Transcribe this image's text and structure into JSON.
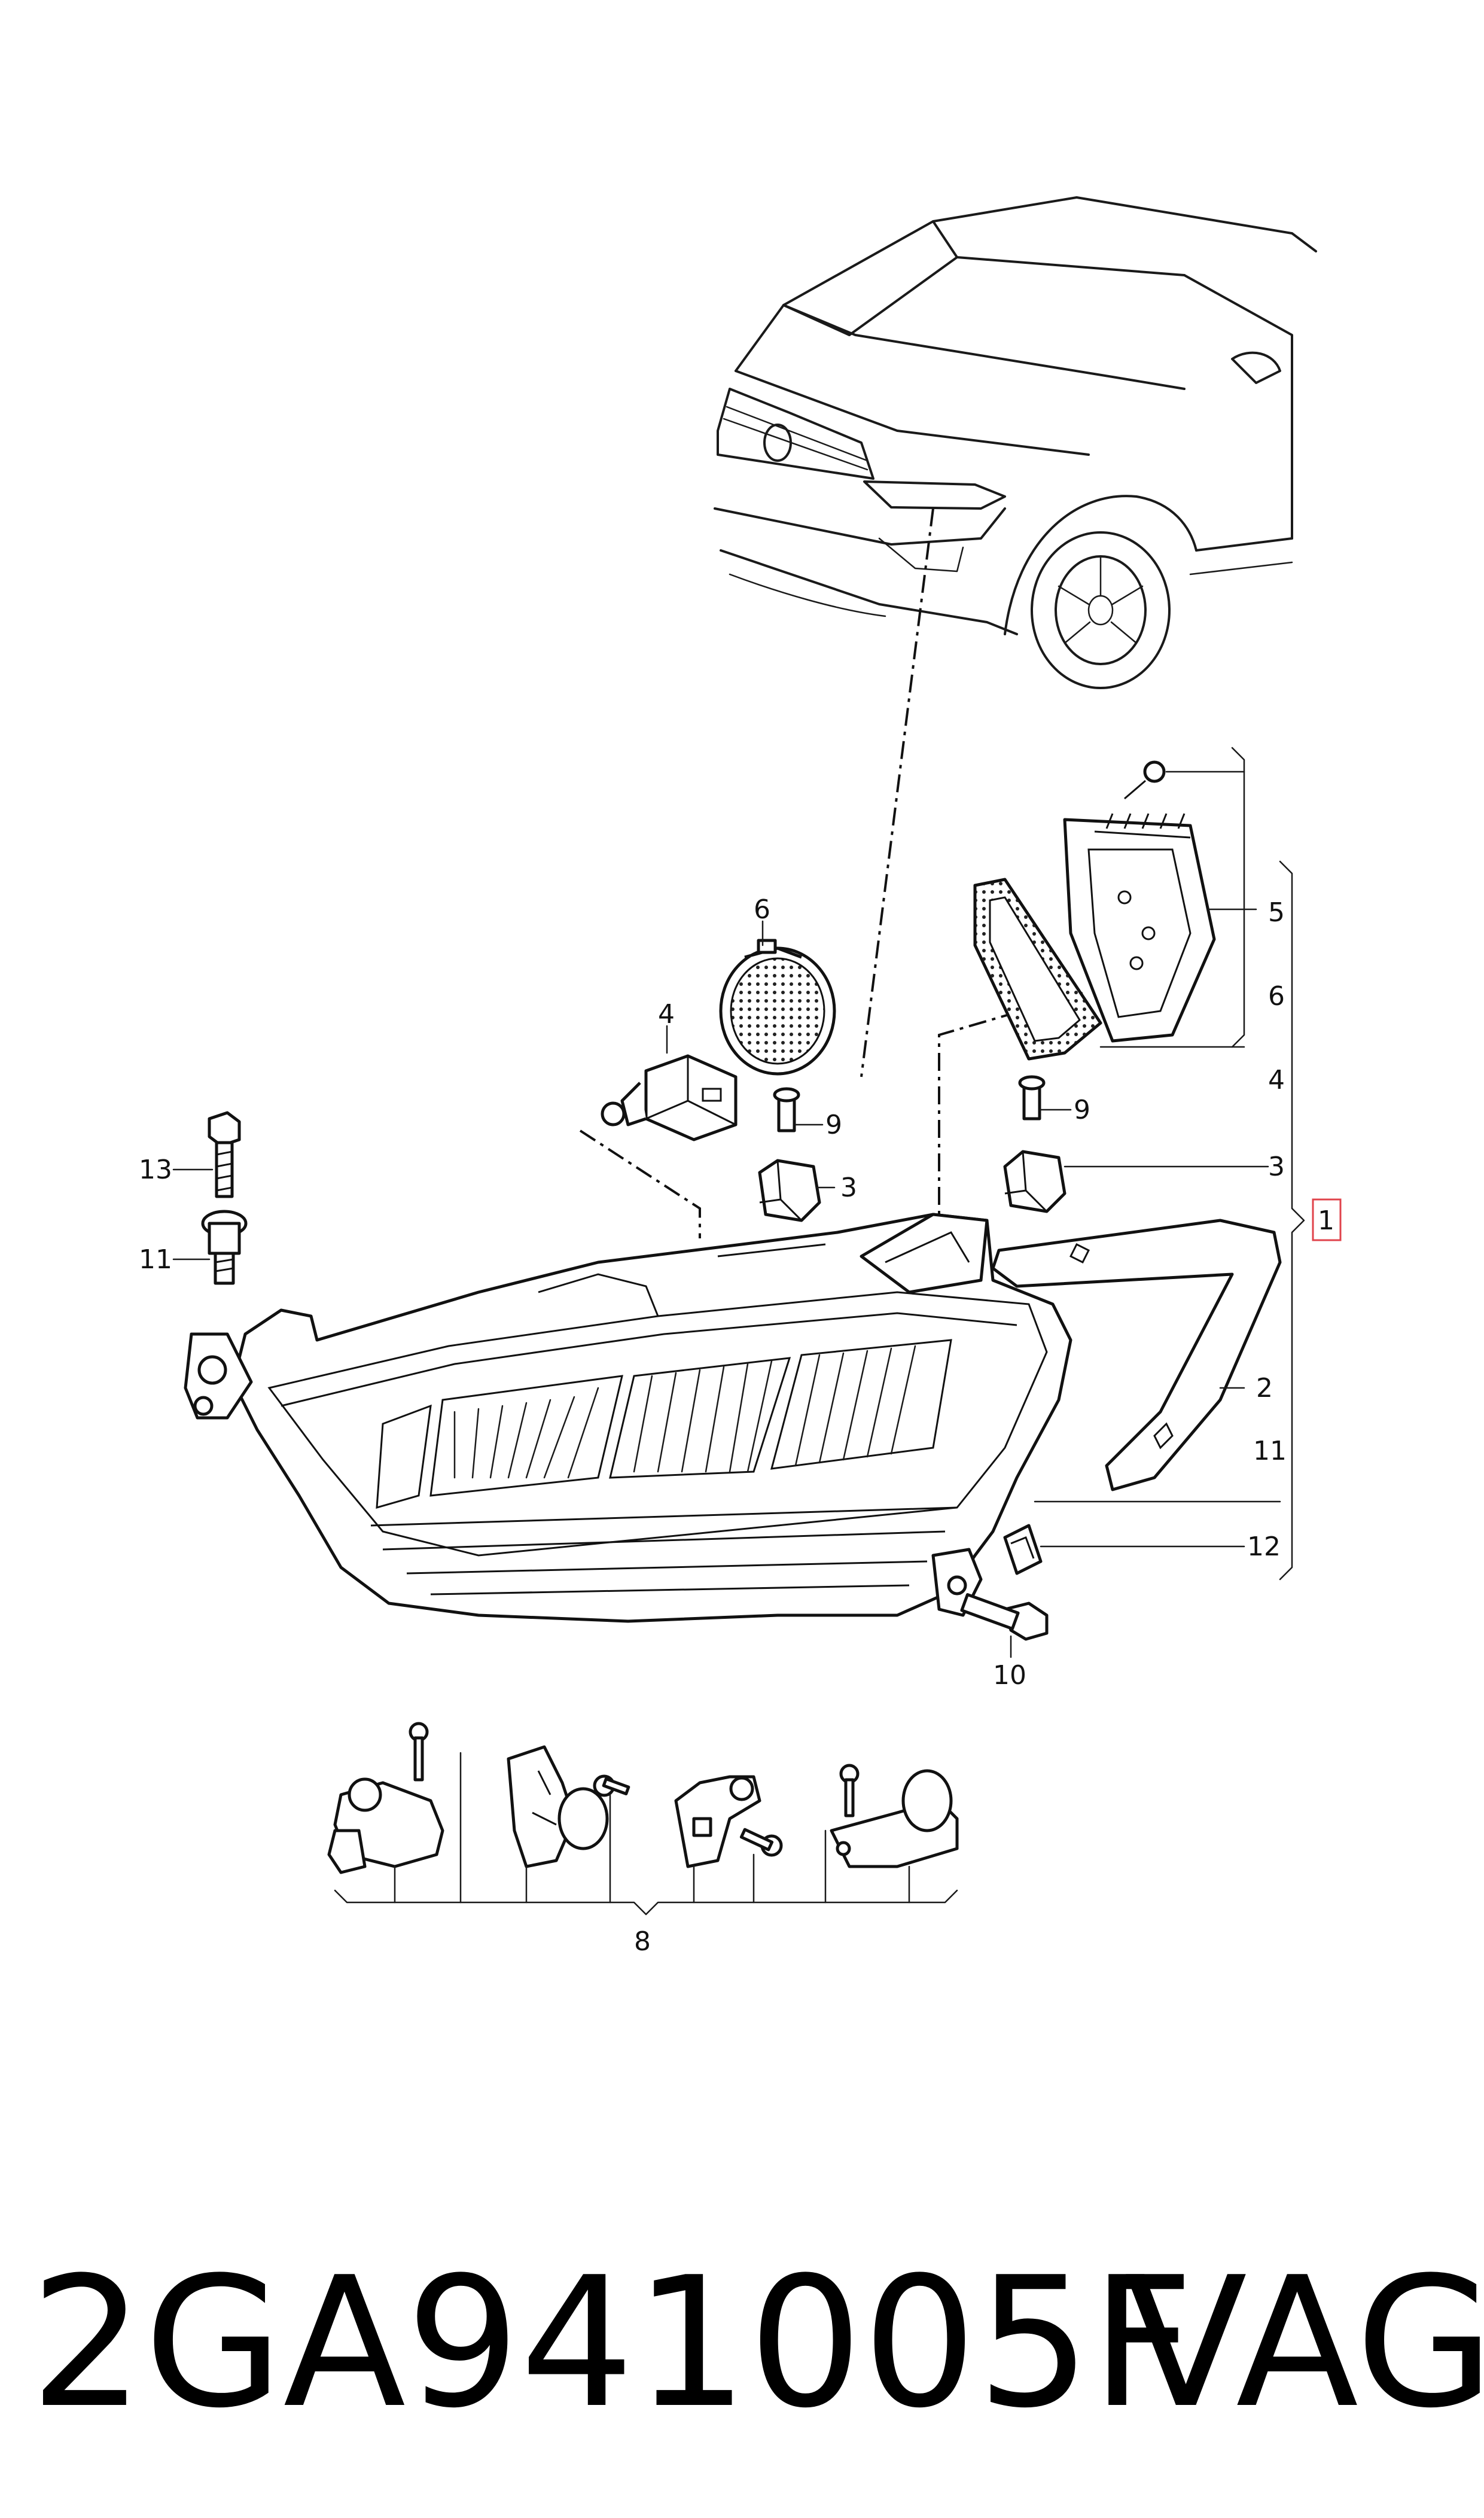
{
  "colors": {
    "line": "#1a1a1a",
    "highlight_box": "#e0434b",
    "background": "#ffffff"
  },
  "callouts": {
    "c1": "1",
    "c2": "2",
    "c3a": "3",
    "c3b": "3",
    "c4a": "4",
    "c4b": "4",
    "c5": "5",
    "c6a": "6",
    "c6b": "6",
    "c8": "8",
    "c9a": "9",
    "c9b": "9",
    "c10": "10",
    "c11a": "11",
    "c11b": "11",
    "c12": "12",
    "c13": "13"
  },
  "part_code": {
    "number": "2GA941005F",
    "brand": "VAG"
  }
}
